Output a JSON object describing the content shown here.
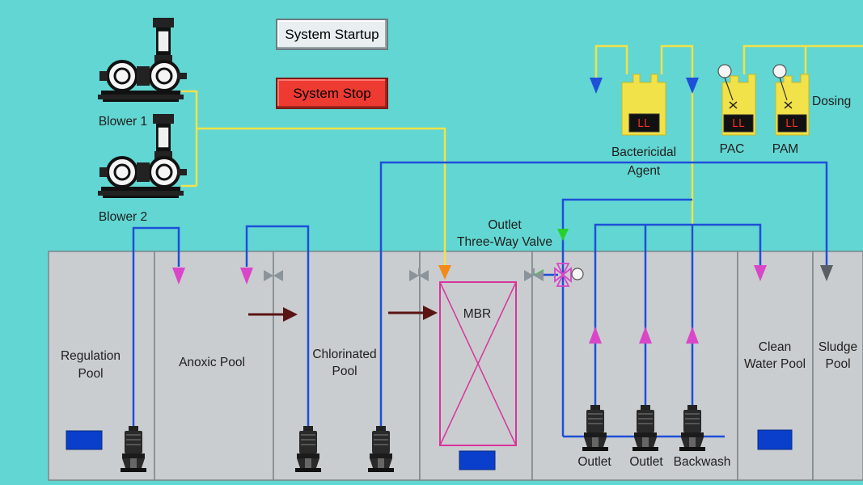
{
  "buttons": {
    "startup": "System Startup",
    "stop": "System Stop"
  },
  "blowers": {
    "blower1": "Blower 1",
    "blower2": "Blower 2"
  },
  "dosing": {
    "section": "Dosing",
    "bactericidal_line1": "Bactericidal",
    "bactericidal_line2": "Agent",
    "pac": "PAC",
    "pam": "PAM",
    "level_indicator": "LL"
  },
  "valve": {
    "line1": "Outlet",
    "line2": "Three-Way Valve"
  },
  "pools": {
    "regulation_line1": "Regulation",
    "regulation_line2": "Pool",
    "anoxic": "Anoxic Pool",
    "chlorinated_line1": "Chlorinated",
    "chlorinated_line2": "Pool",
    "mbr": "MBR",
    "clean_line1": "Clean",
    "clean_line2": "Water Pool",
    "sludge_line1": "Sludge",
    "sludge_line2": "Pool"
  },
  "pumps": {
    "outlet1": "Outlet",
    "outlet2": "Outlet",
    "backwash": "Backwash"
  },
  "colors": {
    "background": "#62d6d2",
    "pool_fill": "#c9cdd0",
    "blue_pipe": "#1e4fd8",
    "yellow_pipe": "#f1e24a",
    "mbr_magenta": "#d8349c",
    "stop_red": "#ee3b32"
  }
}
